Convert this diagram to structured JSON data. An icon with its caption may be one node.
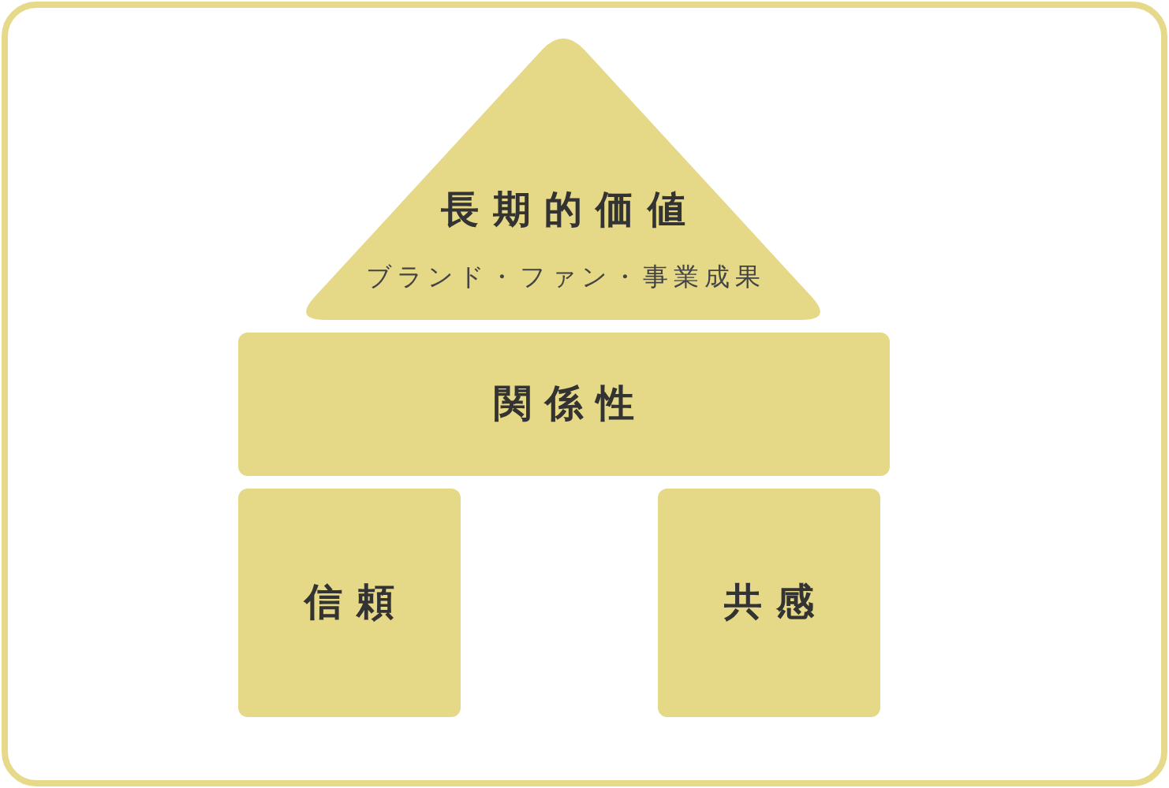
{
  "diagram": {
    "nodes": [
      {
        "text": [
          "長期的価値",
          "ブランド・ファン・事業成果"
        ]
      },
      {
        "text": [
          "関係性"
        ]
      },
      {
        "text": [
          "信頼"
        ]
      },
      {
        "text": [
          "共感"
        ]
      }
    ]
  }
}
